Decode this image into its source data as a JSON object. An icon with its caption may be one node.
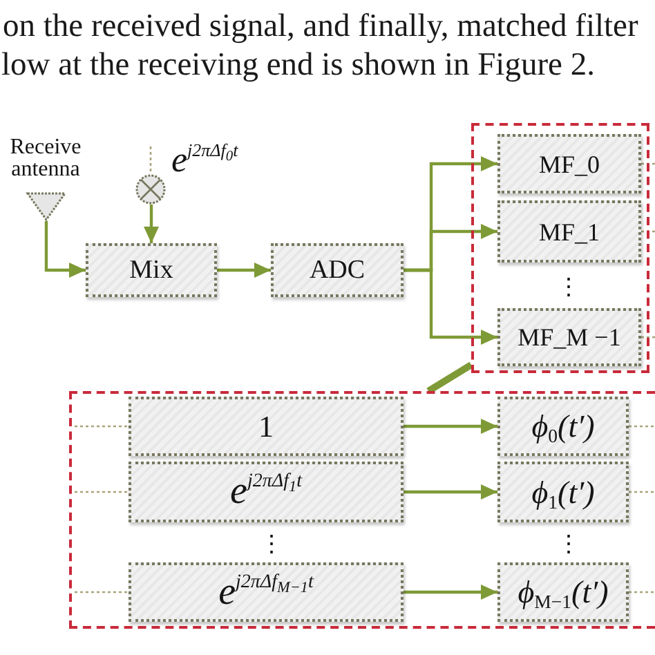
{
  "diagram": {
    "nodes": [
      {
        "text": [],
        "shape": "triangle",
        "beside": [
          "Receive antenna"
        ]
      },
      {
        "text": [],
        "shape": "circle",
        "beside": [
          "e$^{j2πΔf}$$_{0}$$^{t}$"
        ]
      },
      {
        "text": [
          "Mix"
        ]
      },
      {
        "text": [
          "ADC"
        ]
      },
      {
        "text": [],
        "shape": "box"
      },
      {
        "text": [
          "MF_0"
        ],
        "in": 4
      },
      {
        "text": [
          "MF_1"
        ],
        "in": 4
      },
      {
        "text": [
          "MF_M −1"
        ],
        "in": 4
      },
      {
        "text": [],
        "shape": "box"
      },
      {
        "text": [
          "1"
        ],
        "in": 8
      },
      {
        "text": [
          "ϕ$_{0}$(t′)"
        ],
        "in": 8
      },
      {
        "text": [
          "e$^{j2πΔf}$$_{1}$$^{t}$"
        ],
        "in": 8
      },
      {
        "text": [
          "ϕ$_{1}$(t′)"
        ],
        "in": 8
      },
      {
        "text": [
          "e$^{j2πΔf}$$_{M−1}$$^{t}$"
        ],
        "in": 8
      },
      {
        "text": [
          "ϕ$_{M−1}$(t′)"
        ],
        "in": 8
      }
    ],
    "edges": [
      {
        "from": 0,
        "to": 2,
        "arrow": "to"
      },
      {
        "from": null,
        "to": 1,
        "arrow": "none",
        "style": "dashed",
        "color": "#a8a37a"
      },
      {
        "from": 1,
        "to": 2,
        "arrow": "to"
      },
      {
        "from": 2,
        "to": 3,
        "arrow": "to"
      },
      {
        "from": 3,
        "to": 5,
        "arrow": "to"
      },
      {
        "from": 3,
        "to": 6,
        "arrow": "to"
      },
      {
        "from": 3,
        "to": 7,
        "arrow": "to"
      },
      {
        "from": 5,
        "to": null,
        "arrow": "none",
        "style": "dashed",
        "color": "#a8a37a"
      },
      {
        "from": 6,
        "to": null,
        "arrow": "none",
        "style": "dashed",
        "color": "#a8a37a"
      },
      {
        "from": 7,
        "to": null,
        "arrow": "none",
        "style": "dashed",
        "color": "#a8a37a"
      },
      {
        "from": 8,
        "to": 4,
        "arrow": "none",
        "style": "thick"
      },
      {
        "from": null,
        "to": 9,
        "arrow": "none",
        "style": "dashed",
        "color": "#a8a37a"
      },
      {
        "from": 9,
        "to": 10,
        "arrow": "to"
      },
      {
        "from": 10,
        "to": null,
        "arrow": "none",
        "style": "dashed",
        "color": "#a8a37a"
      },
      {
        "from": null,
        "to": 11,
        "arrow": "none",
        "style": "dashed",
        "color": "#a8a37a"
      },
      {
        "from": 11,
        "to": 12,
        "arrow": "to"
      },
      {
        "from": 12,
        "to": null,
        "arrow": "none",
        "style": "dashed",
        "color": "#a8a37a"
      },
      {
        "from": null,
        "to": 13,
        "arrow": "none",
        "style": "dashed",
        "color": "#a8a37a"
      },
      {
        "from": 13,
        "to": 14,
        "arrow": "to"
      },
      {
        "from": 14,
        "to": null,
        "arrow": "none",
        "style": "dashed",
        "color": "#a8a37a"
      }
    ],
    "labels": [
      "on the received signal, and finally, matched filter",
      "low at the receiving end is shown in Figure 2.",
      "⋮",
      "⋮",
      "⋮"
    ]
  }
}
